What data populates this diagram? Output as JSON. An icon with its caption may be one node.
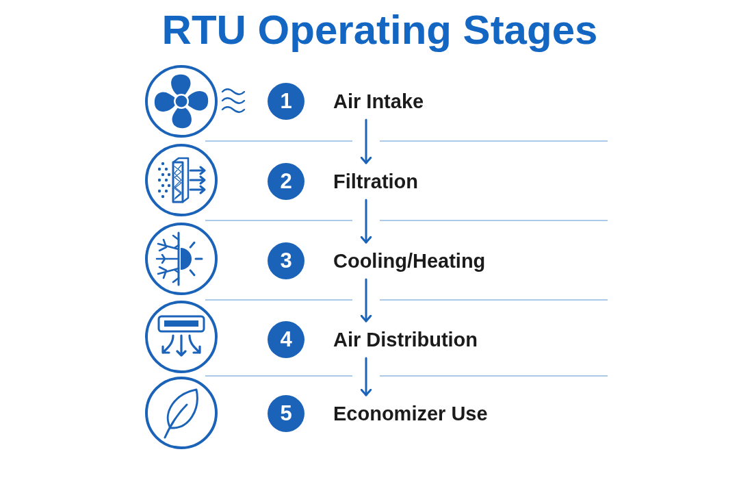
{
  "diagram": {
    "title": "RTU Operating Stages",
    "nodes": [
      {
        "text": [
          "1",
          "Air Intake"
        ]
      },
      {
        "text": [
          "2",
          "Filtration"
        ]
      },
      {
        "text": [
          "3",
          "Cooling/Heating"
        ]
      },
      {
        "text": [
          "4",
          "Air Distribution"
        ]
      },
      {
        "text": [
          "5",
          "Economizer Use"
        ]
      }
    ],
    "edges": [
      {
        "from": 0,
        "to": 1,
        "arrow": "to"
      },
      {
        "from": 1,
        "to": 2,
        "arrow": "to"
      },
      {
        "from": 2,
        "to": 3,
        "arrow": "to"
      },
      {
        "from": 3,
        "to": 4,
        "arrow": "to"
      }
    ]
  }
}
